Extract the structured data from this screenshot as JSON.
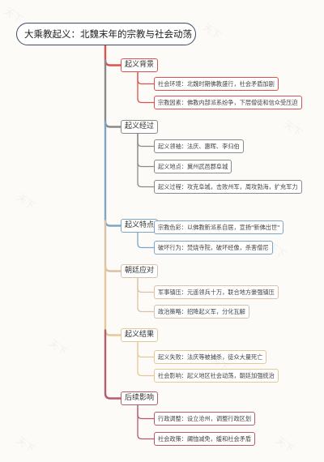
{
  "title": "大乘教起义：北魏末年的宗教与社会动荡",
  "watermark": "天下",
  "branches": [
    {
      "label": "起义背景",
      "color": "#d9534f",
      "children": [
        "社会环境：北魏时期佛教盛行，社会矛盾加剧",
        "宗教因素：佛教内部派系纷争，下层僧徒和信众受压迫"
      ]
    },
    {
      "label": "起义经过",
      "color": "#8a8a8a",
      "children": [
        "起义领袖：法庆、惠晖、李归伯",
        "起义地点：冀州武邑郡阜城",
        "起义过程：攻克阜城，击败州军，周攻勃海，扩充军力"
      ]
    },
    {
      "label": "起义特点",
      "color": "#7ea6c4",
      "children": [
        "宗教色彩：以佛教新派系自居，宣扬\"新佛出世\"",
        "破坏行为：焚烧寺院，破坏经像，杀害僧尼"
      ]
    },
    {
      "label": "朝廷应对",
      "color": "#d9c2a7",
      "children": [
        "军事镇压：元遥领兵十万，联合地方豪强镇压",
        "政治策略：招降起义军，分化瓦解"
      ]
    },
    {
      "label": "起义结果",
      "color": "#e3c99a",
      "children": [
        "起义失败：法庆等被捕杀，徒众大量死亡",
        "社会影响：起义地区社会动荡，朝廷加强统治"
      ]
    },
    {
      "label": "后续影响",
      "color": "#b65a6e",
      "children": [
        "行政调整：设立沧州，调整行政区划",
        "社会政策：蠲恤减免，缓和社会矛盾"
      ]
    }
  ]
}
